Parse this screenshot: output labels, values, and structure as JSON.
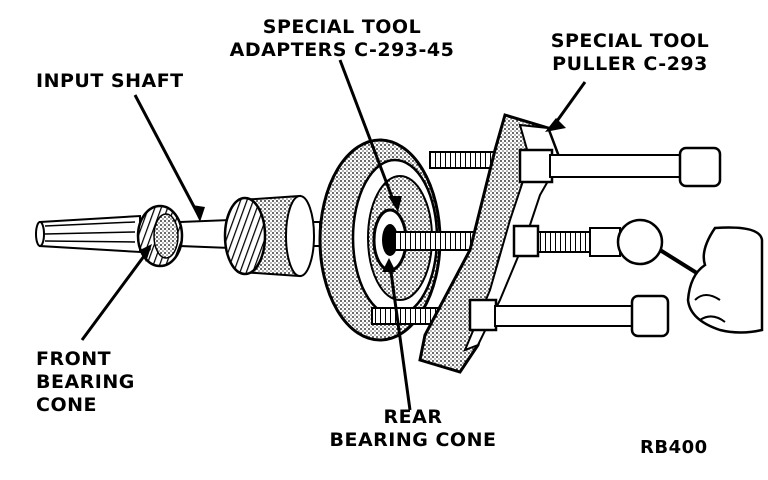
{
  "labels": {
    "special_tool_adapters": [
      "SPECIAL TOOL",
      "ADAPTERS C-293-45"
    ],
    "special_tool_puller": [
      "SPECIAL TOOL",
      "PULLER C-293"
    ],
    "input_shaft": "INPUT SHAFT",
    "front_bearing_cone": [
      "FRONT",
      "BEARING",
      "CONE"
    ],
    "rear_bearing_cone": [
      "REAR",
      "BEARING CONE"
    ],
    "figure_id": "RB400"
  },
  "colors": {
    "ink": "#000000",
    "paper": "#ffffff",
    "shade": "#9a9a9a"
  }
}
